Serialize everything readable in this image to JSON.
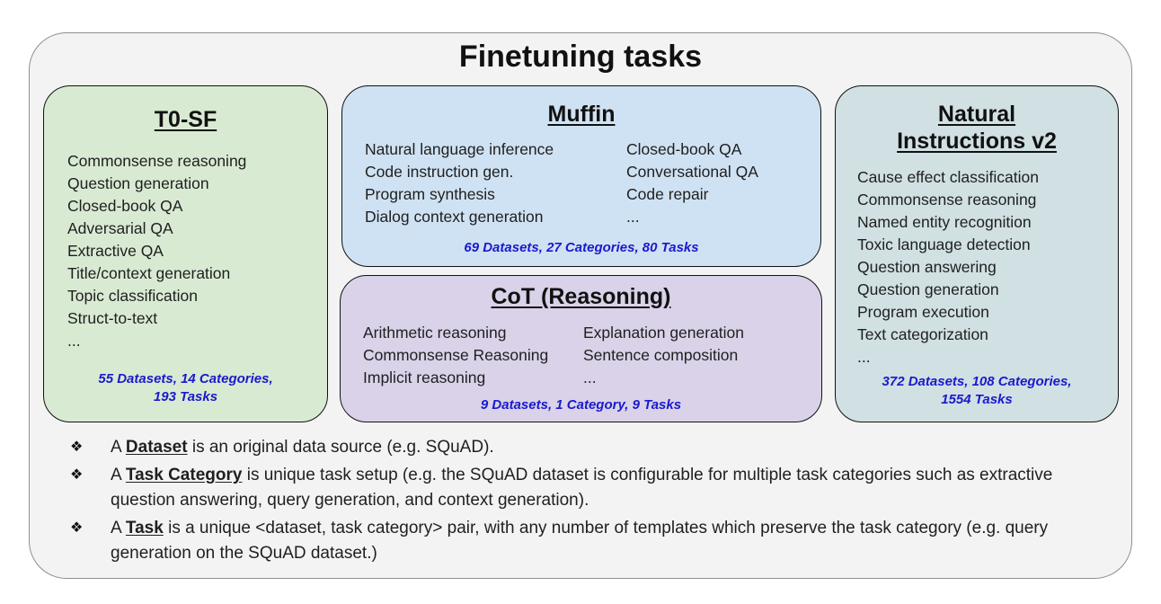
{
  "title": "Finetuning tasks",
  "t0sf": {
    "title": "T0-SF",
    "items": [
      "Commonsense reasoning",
      "Question generation",
      "Closed-book QA",
      "Adversarial QA",
      "Extractive QA",
      "Title/context generation",
      "Topic classification",
      "Struct-to-text",
      "..."
    ],
    "stats_line1": "55 Datasets, 14 Categories,",
    "stats_line2": "193 Tasks"
  },
  "muffin": {
    "title": "Muffin",
    "col1": [
      "Natural language inference",
      "Code instruction gen.",
      "Program synthesis",
      "Dialog context generation"
    ],
    "col2": [
      "Closed-book QA",
      "Conversational QA",
      "Code repair",
      "..."
    ],
    "stats": "69 Datasets, 27 Categories, 80 Tasks"
  },
  "cot": {
    "title": "CoT (Reasoning)",
    "col1": [
      "Arithmetic reasoning",
      "Commonsense Reasoning",
      "Implicit reasoning"
    ],
    "col2": [
      "Explanation generation",
      "Sentence composition",
      "..."
    ],
    "stats": "9 Datasets, 1 Category, 9 Tasks"
  },
  "ni": {
    "title_line1": "Natural",
    "title_line2": "Instructions v2",
    "items": [
      "Cause effect classification",
      "Commonsense reasoning",
      "Named entity recognition",
      "Toxic language detection",
      "Question answering",
      "Question generation",
      "Program execution",
      "Text categorization",
      "..."
    ],
    "stats_line1": "372 Datasets, 108 Categories,",
    "stats_line2": "1554 Tasks"
  },
  "definitions": [
    {
      "bullet": "❖",
      "pre": "A ",
      "term": "Dataset",
      "post": " is an original data source (e.g. SQuAD)."
    },
    {
      "bullet": "❖",
      "pre": "A ",
      "term": "Task Category",
      "post": " is unique task setup (e.g. the SQuAD dataset is configurable for multiple task categories such as extractive question answering, query generation, and context generation)."
    },
    {
      "bullet": "❖",
      "pre": "A ",
      "term": "Task",
      "post": " is a unique <dataset, task category> pair, with any number of templates which preserve the task category (e.g. query generation on the SQuAD dataset.)"
    }
  ],
  "colors": {
    "t0sf_fill": "#d9ead3",
    "muffin_fill": "#cfe2f3",
    "cot_fill": "#d9d2e9",
    "ni_fill": "#d0e0e3",
    "stats_text": "#1a1acc",
    "outer_fill": "#f3f3f3"
  }
}
